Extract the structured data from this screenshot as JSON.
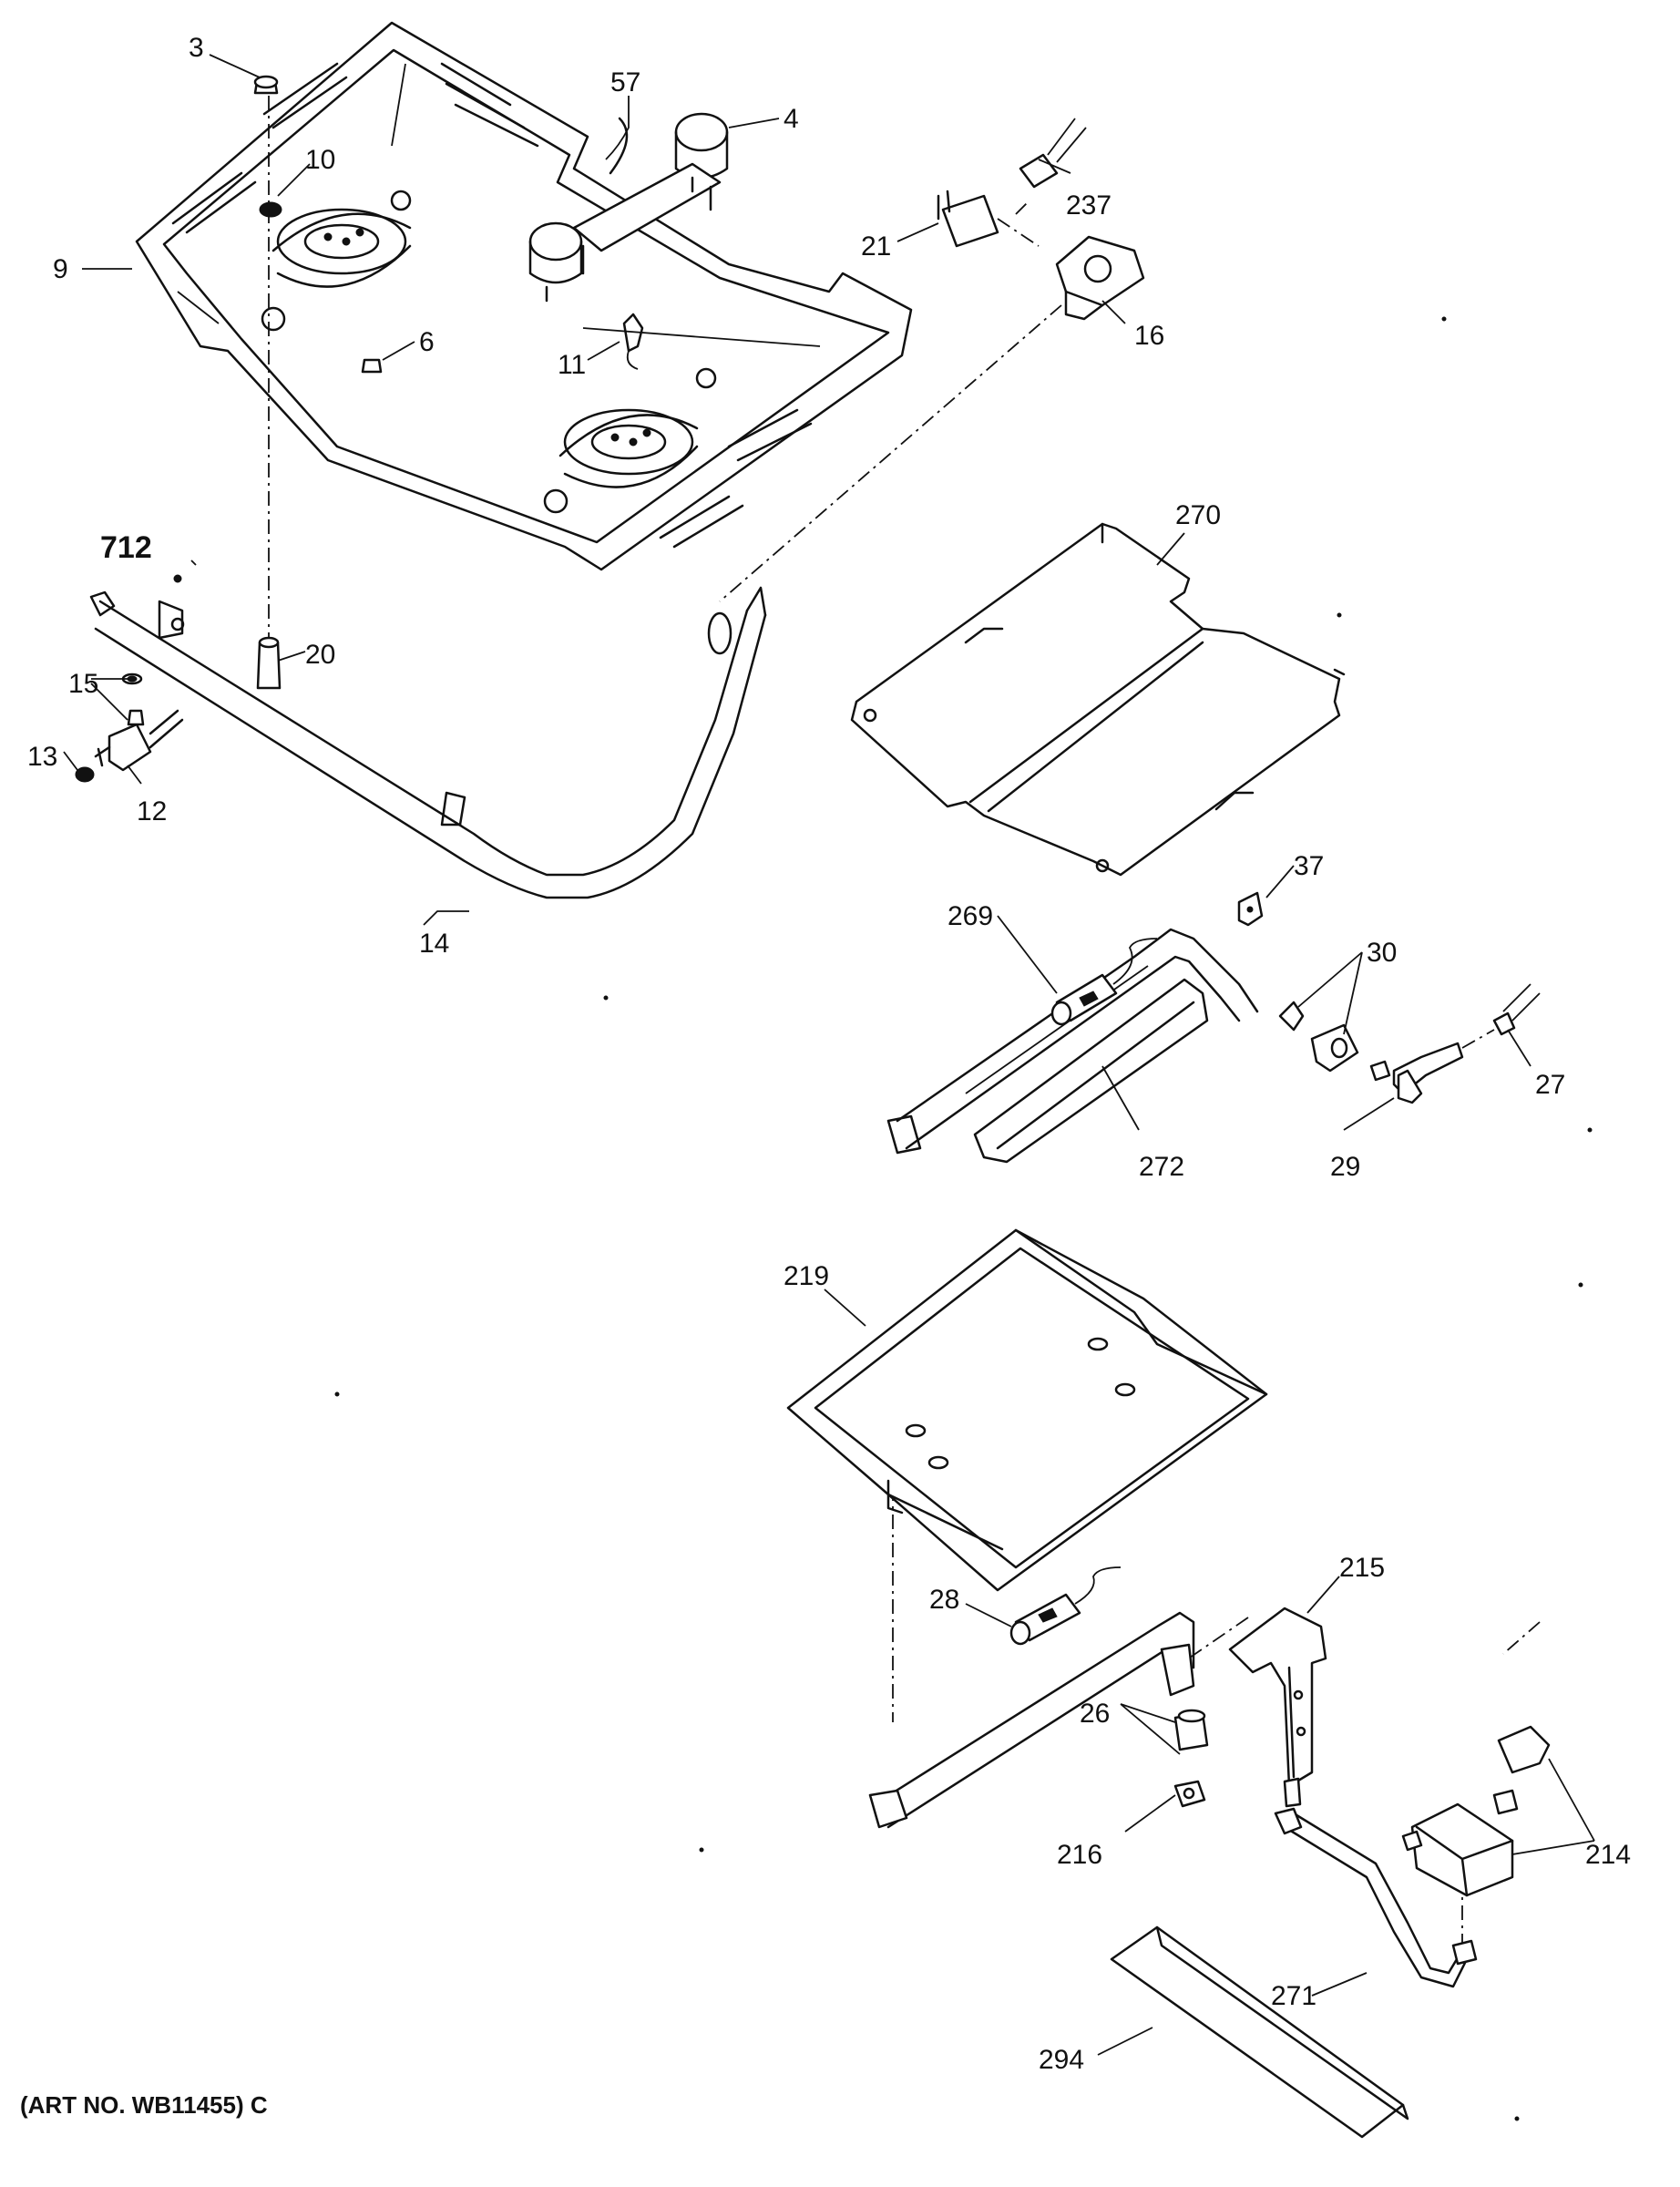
{
  "labels": {
    "p3": "3",
    "p57": "57",
    "p4": "4",
    "p10": "10",
    "p9": "9",
    "p237": "237",
    "p21": "21",
    "p16": "16",
    "p6": "6",
    "p11": "11",
    "p712": "712",
    "p20": "20",
    "p15": "15",
    "p13": "13",
    "p12": "12",
    "p14": "14",
    "p270": "270",
    "p37": "37",
    "p269": "269",
    "p30": "30",
    "p27": "27",
    "p272": "272",
    "p29": "29",
    "p219": "219",
    "p215": "215",
    "p28": "28",
    "p26": "26",
    "p216": "216",
    "p214": "214",
    "p271": "271",
    "p294": "294"
  },
  "caption": "(ART NO. WB11455) C"
}
